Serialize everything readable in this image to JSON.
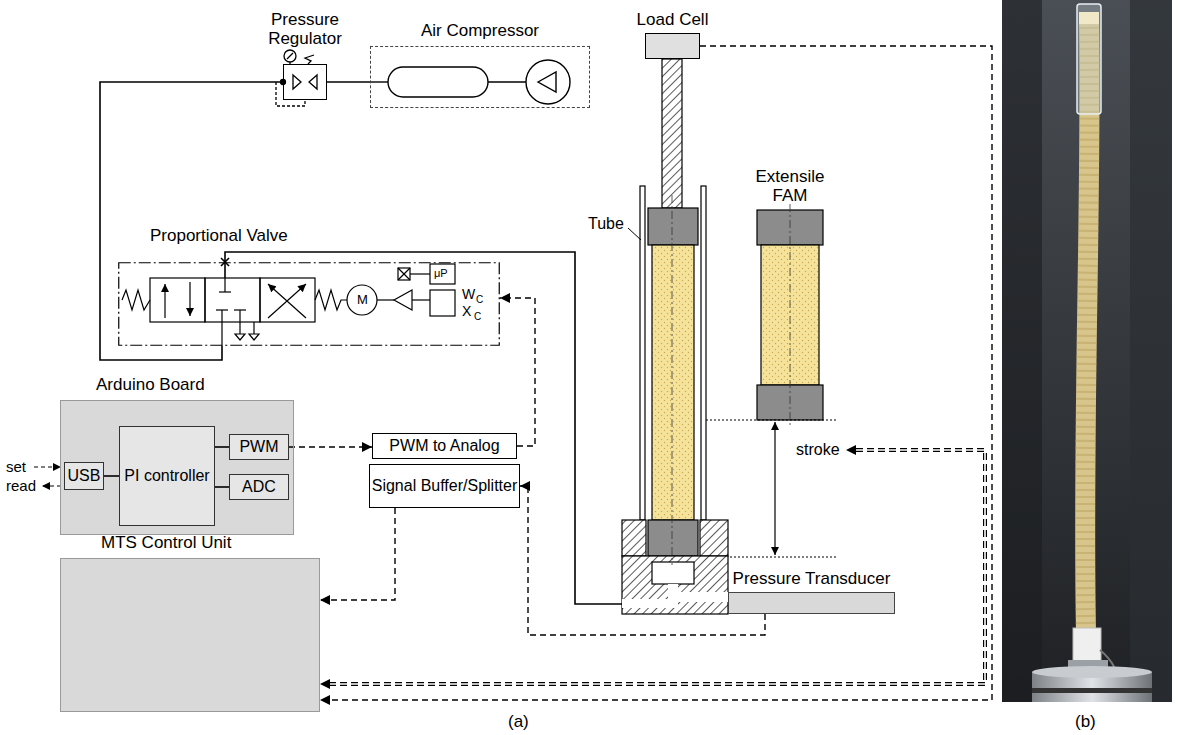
{
  "diagram": {
    "nodes": [
      {
        "text": [
          "Pressure Regulator"
        ]
      },
      {
        "text": [
          "Air Compressor"
        ]
      },
      {
        "text": [
          "Load Cell"
        ]
      },
      {
        "text": [
          "Proportional Valve"
        ]
      },
      {
        "text": [
          "Extensile FAM"
        ]
      },
      {
        "text": [
          "Arduino Board"
        ]
      },
      {
        "text": [
          "USB"
        ],
        "in": 5
      },
      {
        "text": [
          "PI controller"
        ],
        "in": 5
      },
      {
        "text": [
          "PWM"
        ],
        "in": 5
      },
      {
        "text": [
          "ADC"
        ],
        "in": 5
      },
      {
        "text": [
          "PWM to Analog"
        ]
      },
      {
        "text": [
          "Signal Buffer/Splitter"
        ]
      },
      {
        "text": [
          "MTS Control Unit"
        ]
      },
      {
        "text": [
          "Pressure Transducer"
        ]
      }
    ],
    "edges": [
      {
        "from": 1,
        "to": 0,
        "arrow": "none"
      },
      {
        "from": 0,
        "to": 3,
        "arrow": "none"
      },
      {
        "from": 6,
        "to": 7,
        "arrow": "none"
      },
      {
        "from": 7,
        "to": 8,
        "arrow": "none"
      },
      {
        "from": 9,
        "to": 7,
        "arrow": "none"
      },
      {
        "from": 8,
        "to": 10,
        "arrow": "to"
      },
      {
        "from": 10,
        "to": 3,
        "arrow": "to"
      },
      {
        "from": 13,
        "to": 11,
        "arrow": "to"
      },
      {
        "from": 11,
        "to": 12,
        "arrow": "to"
      },
      {
        "from": 2,
        "to": 12,
        "arrow": "to"
      }
    ],
    "labels": [
      "Tube",
      "stroke",
      "set",
      "read",
      "W",
      "C",
      "X",
      "C",
      "M",
      "μP",
      "(a)",
      "(b)"
    ]
  }
}
